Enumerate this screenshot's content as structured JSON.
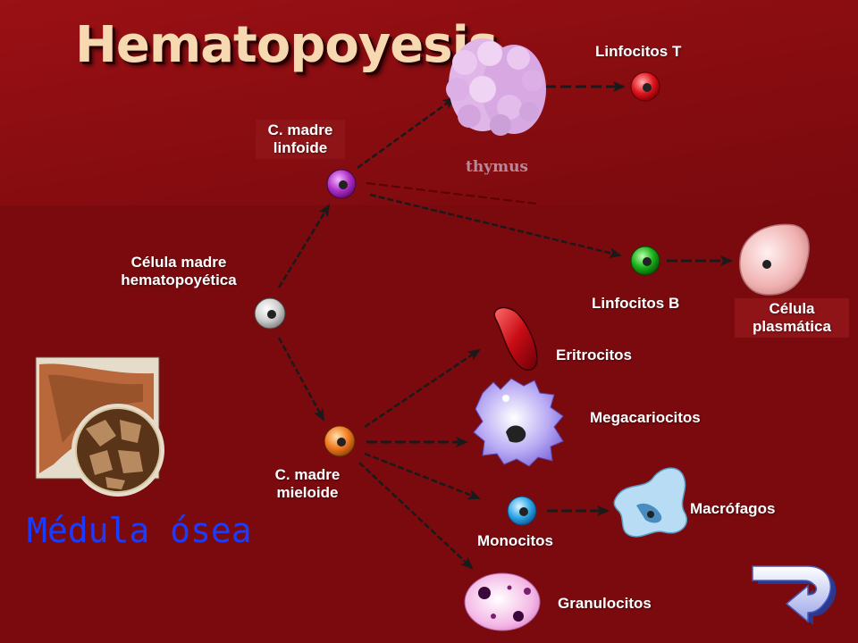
{
  "title": "Hematopoyesis",
  "labels": {
    "lymphoid_stem": "C. madre linfoide",
    "hsc": "Célula madre hematopoyética",
    "myeloid_stem": "C. madre mieloide",
    "t_cells": "Linfocitos T",
    "b_cells": "Linfocitos B",
    "plasma_cell": "Célula plasmática",
    "erythrocytes": "Eritrocitos",
    "megakaryocytes": "Megacariocitos",
    "monocytes": "Monocitos",
    "macrophages": "Macrófagos",
    "granulocytes": "Granulocitos",
    "thymus": "thymus",
    "bone_marrow": "Médula ósea"
  },
  "colors": {
    "background": "#7a0a0e",
    "title": "#f6d9b0",
    "bone_marrow_text": "#1a3cff",
    "t_cell": "#e0141e",
    "b_cell": "#18b018",
    "lymphoid_cell": "#b030c8",
    "myeloid_cell": "#f07a20",
    "monocyte": "#30a8e8"
  },
  "icons": [
    "return-arrow-icon",
    "bone-marrow-image",
    "thymus-image"
  ]
}
